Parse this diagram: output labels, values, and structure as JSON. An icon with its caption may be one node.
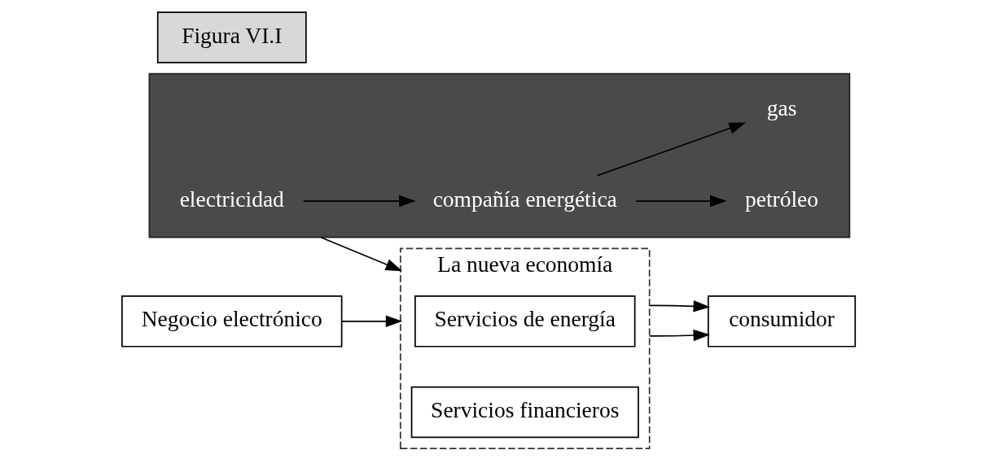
{
  "diagram": {
    "nodes": [
      {
        "text": [],
        "shape": "box"
      },
      {
        "text": [
          "electricidad"
        ],
        "in": 0
      },
      {
        "text": [
          "compañía energética"
        ],
        "in": 0
      },
      {
        "text": [
          "petróleo"
        ],
        "in": 0
      },
      {
        "text": [
          "gas"
        ],
        "in": 0
      },
      {
        "text": [
          "Negocio electrónico"
        ]
      },
      {
        "text": [
          "La nueva economía"
        ]
      },
      {
        "text": [
          "Servicios de energía"
        ],
        "in": 6
      },
      {
        "text": [
          "Servicios financieros"
        ],
        "in": 6
      },
      {
        "text": [
          "consumidor"
        ]
      },
      {
        "text": [
          "Figura VI.I"
        ]
      }
    ],
    "edges": [
      {
        "from": 1,
        "to": 2,
        "arrow": "to"
      },
      {
        "from": 2,
        "to": 3,
        "arrow": "to"
      },
      {
        "from": 2,
        "to": 4,
        "arrow": "to"
      },
      {
        "from": 0,
        "to": 6,
        "arrow": "to"
      },
      {
        "from": 5,
        "to": 6,
        "arrow": "to"
      },
      {
        "from": 6,
        "to": 9,
        "arrow": "to"
      },
      {
        "from": 6,
        "to": 9,
        "arrow": "to"
      }
    ]
  }
}
